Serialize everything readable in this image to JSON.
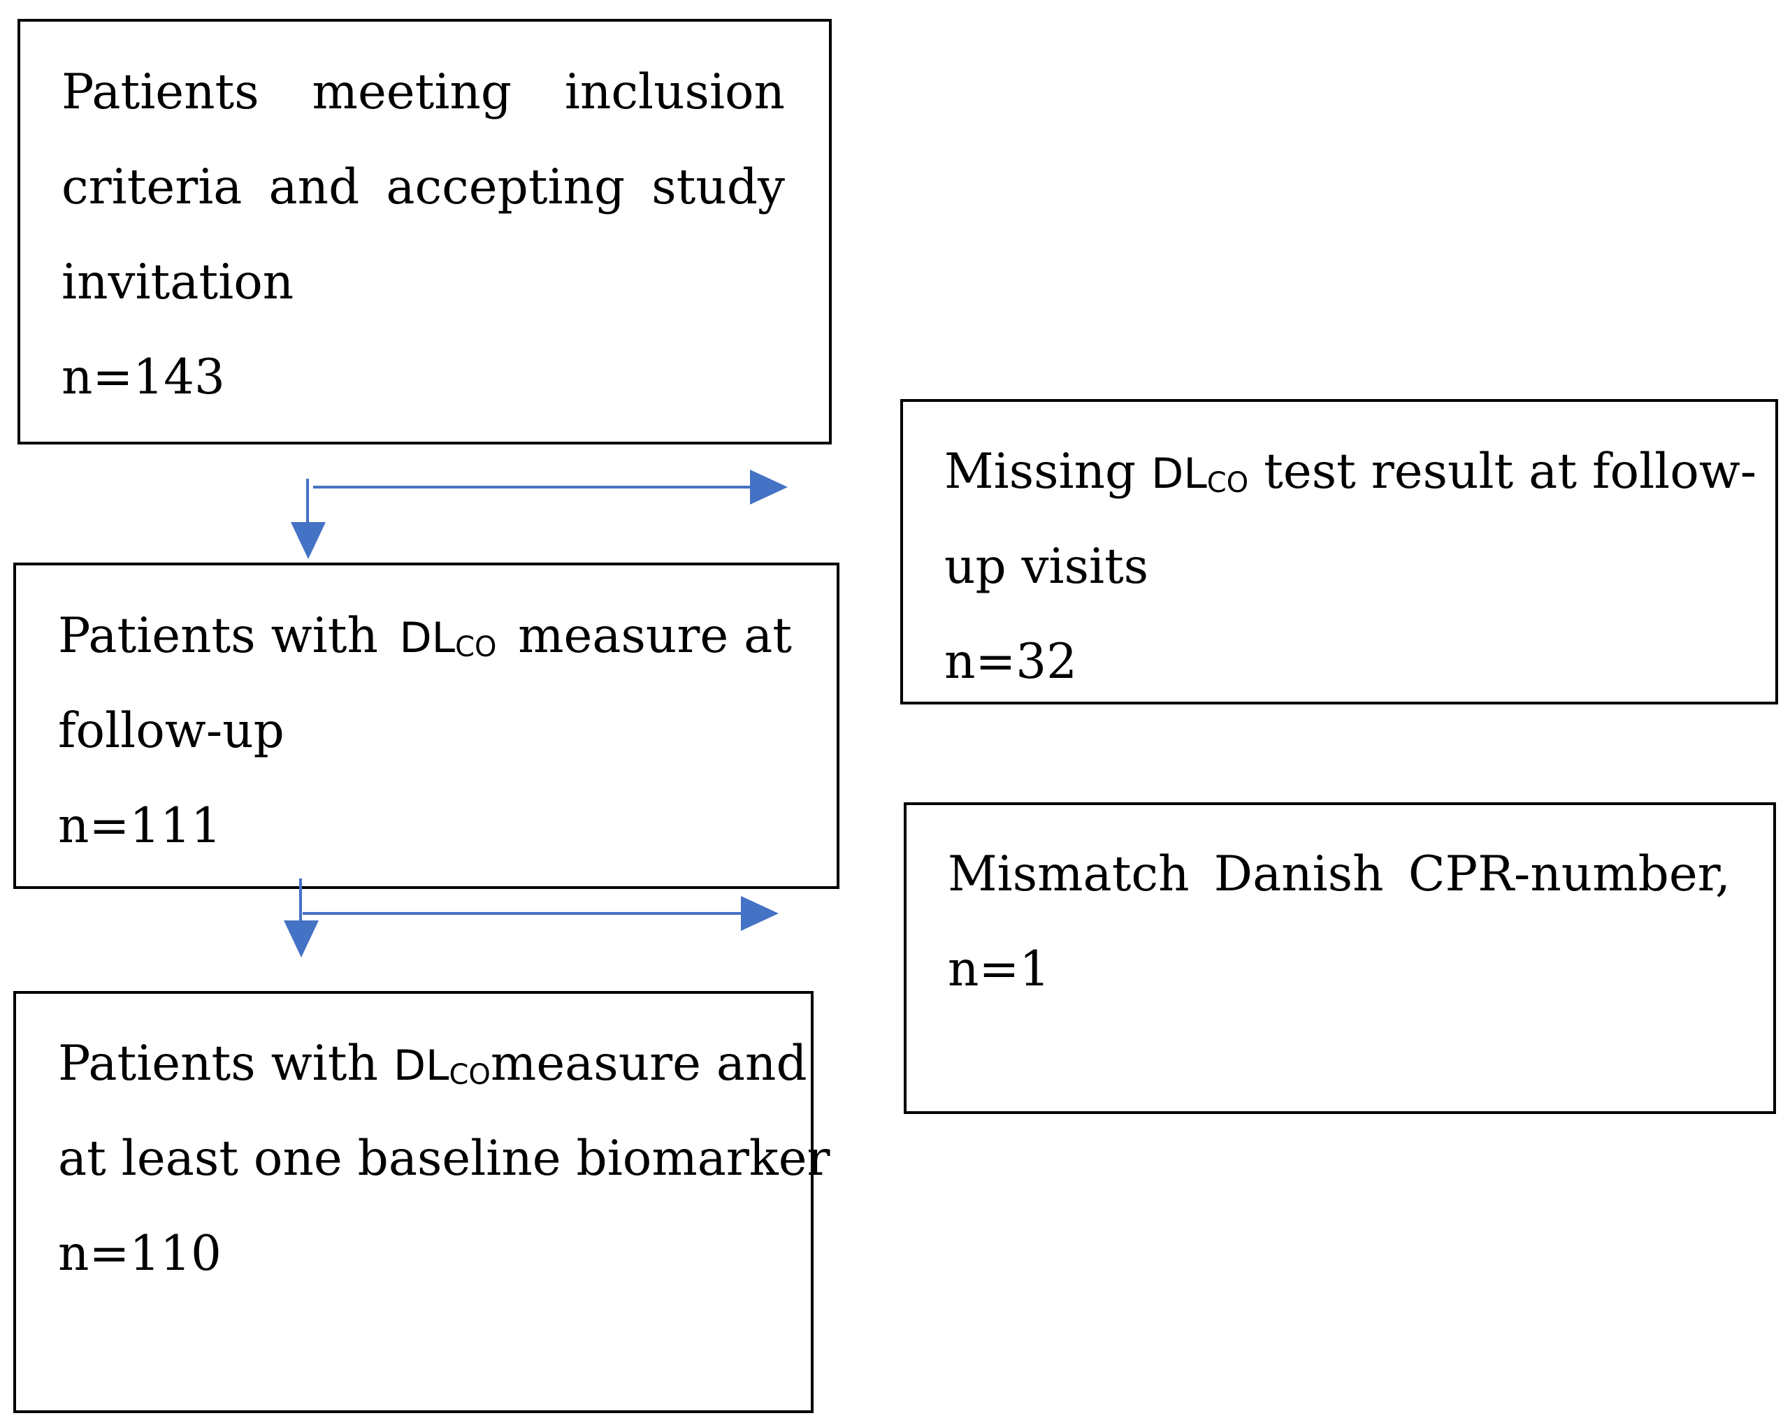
{
  "flowchart": {
    "box_inclusion": {
      "lines": [
        "Patients meeting inclusion",
        "criteria and accepting study",
        "invitation"
      ],
      "count": "n=143"
    },
    "box_dlco_followup": {
      "line1_pre": "Patients with",
      "line1_dl": "DL",
      "line1_sub": "CO",
      "line1_post": "measure at",
      "line2": "follow-up",
      "count": "n=111"
    },
    "box_final": {
      "line1_pre": "Patients with",
      "line1_dl": "DL",
      "line1_sub": "CO",
      "line1_post": "measure and",
      "line2": "at least one baseline biomarker",
      "count": "n=110"
    },
    "box_missing": {
      "line1_pre": "Missing",
      "line1_dl": "DL",
      "line1_sub": "CO",
      "line1_post": "test result at follow-",
      "line2": "up visits",
      "count": "n=32"
    },
    "box_mismatch": {
      "line1": "Mismatch Danish CPR-number,",
      "count": "n=1"
    },
    "arrow_color": "#4472C4",
    "border_color": "#000000"
  }
}
